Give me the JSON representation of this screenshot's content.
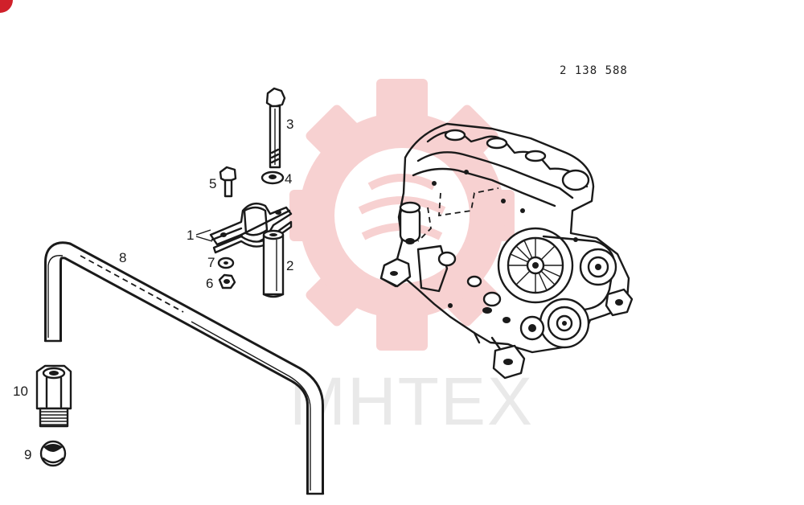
{
  "document_number": "2 138 588",
  "watermark": {
    "text": "MHTEX",
    "color": "#f2b8b8"
  },
  "callouts": [
    {
      "number": "1",
      "part": "clamp-bracket"
    },
    {
      "number": "2",
      "part": "spacer-sleeve"
    },
    {
      "number": "3",
      "part": "bolt"
    },
    {
      "number": "4",
      "part": "washer"
    },
    {
      "number": "5",
      "part": "screw"
    },
    {
      "number": "6",
      "part": "nut"
    },
    {
      "number": "7",
      "part": "lock-washer"
    },
    {
      "number": "8",
      "part": "bent-pipe"
    },
    {
      "number": "9",
      "part": "ball-nipple"
    },
    {
      "number": "10",
      "part": "threaded-union"
    }
  ],
  "corner_badge_color": "#d0202a"
}
